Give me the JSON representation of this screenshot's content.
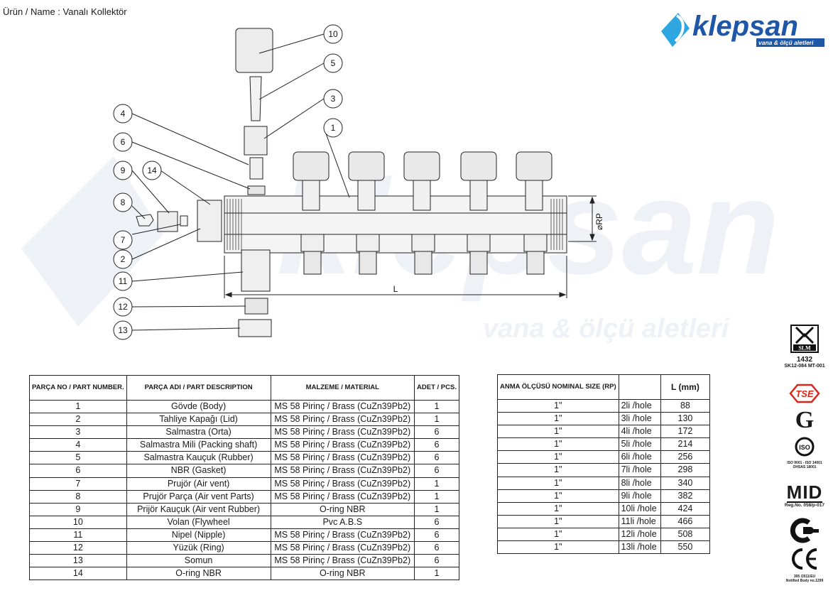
{
  "header": {
    "product": "Ürün / Name : Vanalı Kollektör"
  },
  "logo": {
    "brand": "klepsan",
    "tagline": "vana & ölçü aletleri",
    "color": "#1e56a8",
    "accent": "#2ea7e0"
  },
  "watermark": {
    "brand": "klepsan",
    "tagline": "vana & ölçü aletleri"
  },
  "drawing": {
    "callouts": [
      "10",
      "5",
      "3",
      "1",
      "4",
      "6",
      "9",
      "14",
      "8",
      "7",
      "2",
      "11",
      "12",
      "13"
    ],
    "dimension_L": "L",
    "dimension_RP": "⌀RP"
  },
  "parts_table": {
    "headers": [
      "PARÇA NO / PART NUMBER.",
      "PARÇA ADI / PART DESCRIPTION",
      "MALZEME / MATERIAL",
      "ADET / PCS."
    ],
    "rows": [
      [
        "1",
        "Gövde (Body)",
        "MS 58 Pirinç / Brass (CuZn39Pb2)",
        "1"
      ],
      [
        "2",
        "Tahliye Kapağı (Lid)",
        "MS 58 Pirinç / Brass (CuZn39Pb2)",
        "1"
      ],
      [
        "3",
        "Salmastra (Orta)",
        "MS 58 Pirinç / Brass (CuZn39Pb2)",
        "6"
      ],
      [
        "4",
        "Salmastra Mili (Packing shaft)",
        "MS 58 Pirinç / Brass (CuZn39Pb2)",
        "6"
      ],
      [
        "5",
        "Salmastra Kauçuk (Rubber)",
        "MS 58 Pirinç / Brass (CuZn39Pb2)",
        "6"
      ],
      [
        "6",
        "NBR (Gasket)",
        "MS 58 Pirinç / Brass (CuZn39Pb2)",
        "6"
      ],
      [
        "7",
        "Prujör (Air vent)",
        "MS 58 Pirinç / Brass (CuZn39Pb2)",
        "1"
      ],
      [
        "8",
        "Prujör Parça (Air vent Parts)",
        "MS 58 Pirinç / Brass (CuZn39Pb2)",
        "1"
      ],
      [
        "9",
        "Prijör Kauçuk (Air vent Rubber)",
        "O-ring NBR",
        "1"
      ],
      [
        "10",
        "Volan (Flywheel",
        "Pvc A.B.S",
        "6"
      ],
      [
        "11",
        "Nipel (Nipple)",
        "MS 58 Pirinç / Brass (CuZn39Pb2)",
        "6"
      ],
      [
        "12",
        "Yüzük (Ring)",
        "MS 58 Pirinç / Brass (CuZn39Pb2)",
        "6"
      ],
      [
        "13",
        "Somun",
        "MS 58 Pirinç / Brass (CuZn39Pb2)",
        "6"
      ],
      [
        "14",
        "O-ring NBR",
        "O-ring NBR",
        "1"
      ]
    ]
  },
  "size_table": {
    "headers": [
      "ANMA ÖLÇÜSÜ NOMINAL SIZE (RP)",
      "",
      "L (mm)"
    ],
    "rows": [
      [
        "1\"",
        "2li /hole",
        "88"
      ],
      [
        "1\"",
        "3li /hole",
        "130"
      ],
      [
        "1\"",
        "4li /hole",
        "172"
      ],
      [
        "1\"",
        "5li /hole",
        "214"
      ],
      [
        "1\"",
        "6li /hole",
        "256"
      ],
      [
        "1\"",
        "7li /hole",
        "298"
      ],
      [
        "1\"",
        "8li /hole",
        "340"
      ],
      [
        "1\"",
        "9li /hole",
        "382"
      ],
      [
        "1\"",
        "10li /hole",
        "424"
      ],
      [
        "1\"",
        "11li /hole",
        "466"
      ],
      [
        "1\"",
        "12li /hole",
        "508"
      ],
      [
        "1\"",
        "13li /hole",
        "550"
      ]
    ]
  },
  "certifications": {
    "slm_label": "SLM",
    "slm_number": "1432",
    "slm_code": "SK12-084 MT-001",
    "tse": "TSE",
    "g_mark": "G",
    "iso_label": "ISO",
    "iso_sub1": "ISO 9001 - ISO 14001",
    "iso_sub2": "OHSAS 18001",
    "mid": "MID",
    "mid_reg": "Reg.No. 058/p-017",
    "ce_sub1": "305 /2011/EU",
    "ce_sub2": "Notified Body no.1299",
    "tse_color": "#d9261c"
  }
}
